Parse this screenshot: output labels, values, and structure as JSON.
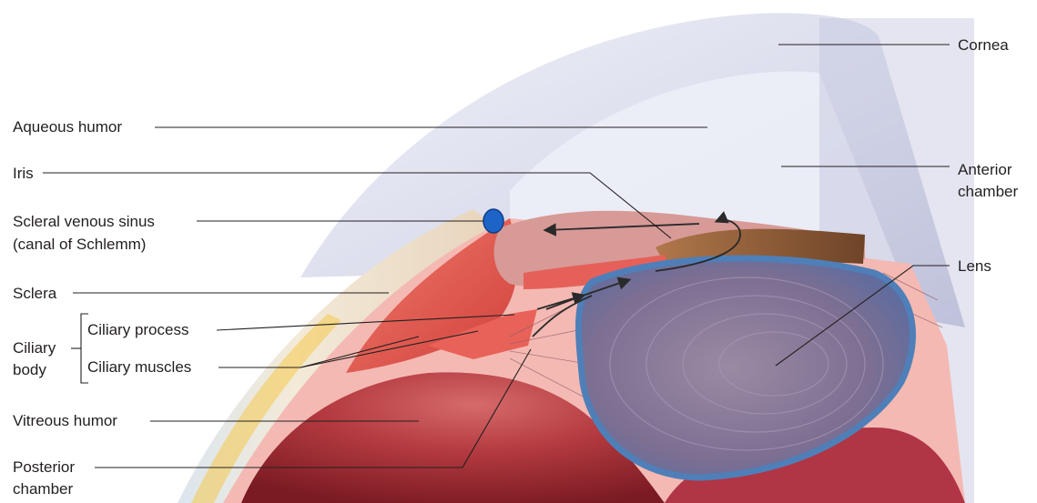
{
  "labels": {
    "cornea": "Cornea",
    "aqueous_humor": "Aqueous humor",
    "anterior_chamber_1": "Anterior",
    "anterior_chamber_2": "chamber",
    "iris": "Iris",
    "scleral_sinus_1": "Scleral venous sinus",
    "scleral_sinus_2": "(canal of Schlemm)",
    "lens": "Lens",
    "sclera": "Sclera",
    "ciliary_process": "Ciliary process",
    "ciliary_body_1": "Ciliary",
    "ciliary_body_2": "body",
    "ciliary_muscles": "Ciliary muscles",
    "vitreous_humor": "Vitreous humor",
    "posterior_chamber_1": "Posterior",
    "posterior_chamber_2": "chamber"
  },
  "colors": {
    "cornea": "#c9cbe0",
    "sclera": "#efe3cf",
    "muscle": "#e0514a",
    "vitreous": "#a0272f",
    "lens_rim": "#4f7fb8",
    "lens_body": "#8a7d99",
    "iris": "#8c5a36",
    "sinus": "#1e64c8",
    "leader": "#231f20"
  }
}
